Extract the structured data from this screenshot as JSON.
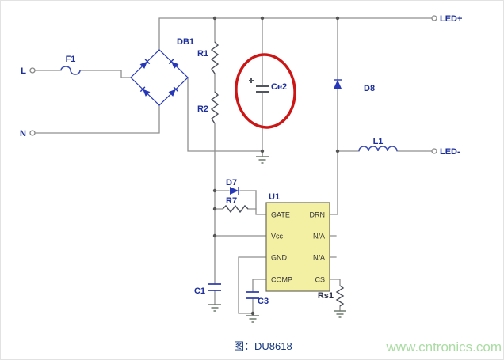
{
  "figure": {
    "caption": "图：DU8618",
    "watermark": "www.cntronics.com"
  },
  "colors": {
    "wire": "#8f8f8f",
    "diode_blue": "#2637b8",
    "label_navy": "#1d2f9b",
    "chip_fill": "#f3efa3",
    "chip_border": "#6b6b5a",
    "annotation_red": "#cc1515",
    "watermark_green": "#abdca4",
    "caption_color": "#14367e"
  },
  "terminals": {
    "live": "L",
    "neutral": "N",
    "led_positive": "LED+",
    "led_negative": "LED-"
  },
  "components": {
    "fuse": "F1",
    "bridge_rectifier": "DB1",
    "resistor_r1": "R1",
    "resistor_r2": "R2",
    "bus_capacitor": "Ce2",
    "freewheeling_diode": "D8",
    "inductor": "L1",
    "diode_d7": "D7",
    "resistor_r7": "R7",
    "ic": "U1",
    "capacitor_c1": "C1",
    "capacitor_c3": "C3",
    "sense_resistor": "Rs1"
  },
  "ic_pins": {
    "left": [
      "GATE",
      "Vcc",
      "GND",
      "COMP"
    ],
    "right": [
      "DRN",
      "N/A",
      "N/A",
      "CS"
    ]
  }
}
